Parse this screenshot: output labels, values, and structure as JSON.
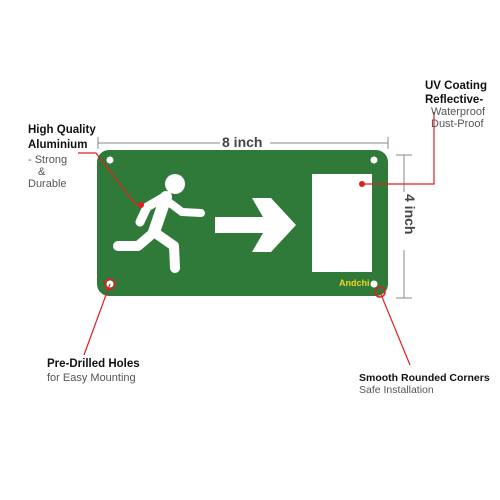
{
  "sign": {
    "brand": "Andchi",
    "panel_color": "#2f7a38",
    "symbol_color": "#ffffff",
    "icons": [
      "running-man-icon",
      "arrow-right-icon",
      "door-icon"
    ]
  },
  "dimensions": {
    "width_label": "8 inch",
    "height_label": "4 inch"
  },
  "callouts": {
    "material_title_1": "High Quality",
    "material_title_2": "Aluminium",
    "material_sub_1": "- Strong",
    "material_sub_2": "& ",
    "material_sub_3": "Durable",
    "coating_title_1": "UV Coating",
    "coating_title_2": "Reflective-",
    "coating_sub_1": "Waterproof",
    "coating_sub_2": "Dust-Proof",
    "holes_title": "Pre-Drilled Holes",
    "holes_sub": "for Easy Mounting",
    "corners_title": "Smooth Rounded Corners",
    "corners_sub": "Safe Installation",
    "callout_color": "#e02020"
  }
}
